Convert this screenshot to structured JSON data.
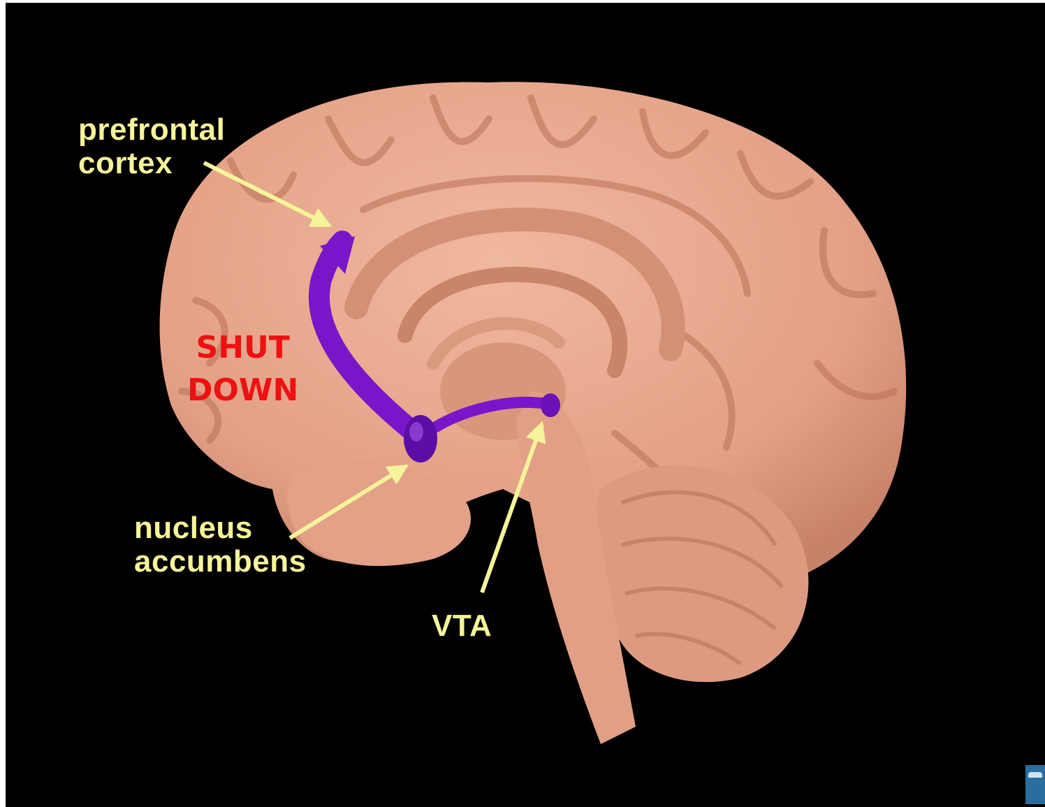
{
  "labels": {
    "prefrontal_cortex": [
      "prefrontal",
      "cortex"
    ],
    "nucleus_accumbens": [
      "nucleus",
      "accumbens"
    ],
    "vta": "VTA",
    "shut_down": [
      "SHUT",
      "DOWN"
    ]
  },
  "colors": {
    "background": "#000000",
    "brain": "#e6a58c",
    "label_text": "#f6f49a",
    "pathway": "#7a16c9",
    "alert_text": "#ee1111"
  },
  "icons": {
    "corner_logo": "publisher-logo-icon"
  }
}
